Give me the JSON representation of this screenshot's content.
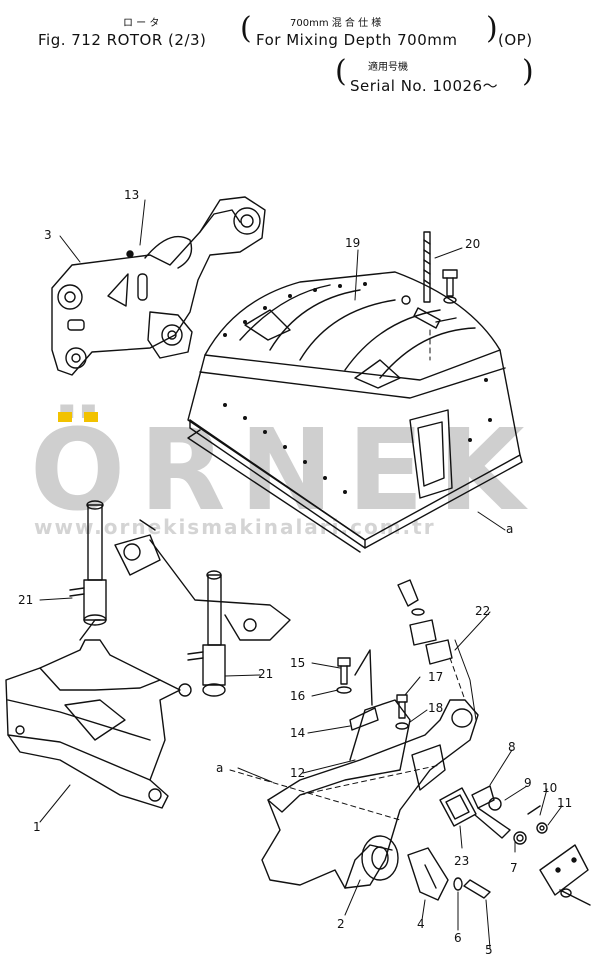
{
  "header": {
    "jp_rotor": "ロ ー タ",
    "title": "Fig. 712 ROTOR (2/3)",
    "jp_spec": "700mm 混 合 仕 様",
    "spec": "For Mixing Depth 700mm",
    "option": "(OP)",
    "jp_serial": "適用号機",
    "serial": "Serial No. 10026～"
  },
  "watermark": {
    "brand": "ÖRNEK",
    "url": "www.ornekismakinalari.com.tr"
  },
  "callouts": {
    "c1": "1",
    "c2": "2",
    "c3": "3",
    "c4": "4",
    "c5": "5",
    "c6": "6",
    "c7": "7",
    "c8": "8",
    "c9": "9",
    "c10": "10",
    "c11": "11",
    "c12": "12",
    "c13": "13",
    "c14": "14",
    "c15": "15",
    "c16": "16",
    "c17": "17",
    "c18": "18",
    "c19": "19",
    "c20": "20",
    "c21a": "21",
    "c21b": "21",
    "c22": "22",
    "c23": "23",
    "a_top": "a",
    "a_bottom": "a"
  },
  "colors": {
    "ink": "#111111",
    "watermark": "#cfcfcf",
    "accent": "#f2c200"
  }
}
